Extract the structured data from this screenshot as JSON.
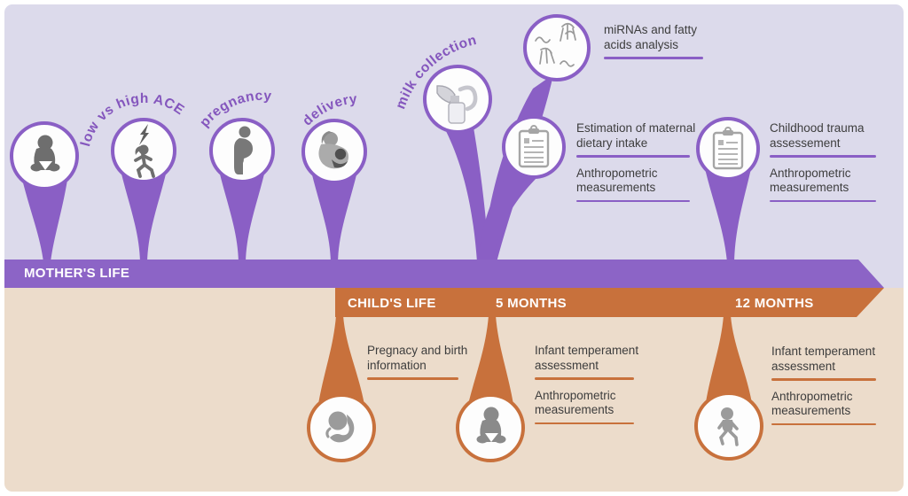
{
  "mother": {
    "band_label": "MOTHER'S LIFE",
    "stages": {
      "ace": "low vs high ACE",
      "pregnancy": "pregnancy",
      "delivery": "delivery",
      "milk": "milk collection"
    },
    "notes": {
      "mirna": "miRNAs and fatty acids analysis",
      "diet": "Estimation of maternal dietary intake",
      "diet_anthro": "Anthropometric measurements",
      "trauma": "Childhood trauma assessement",
      "trauma_anthro": "Anthropometric measurements"
    }
  },
  "child": {
    "band_label": "CHILD'S LIFE",
    "m5": "5 MONTHS",
    "m12": "12 MONTHS",
    "notes": {
      "birth": "Pregnacy and birth information",
      "five_temperament": "Infant temperament assessment",
      "five_anthro": "Anthropometric measurements",
      "twelve_temperament": "Infant temperament assessment",
      "twelve_anthro": "Anthropometric measurements"
    }
  },
  "colors": {
    "purple": "#8c64c6",
    "pin_purple": "#8a5fc5",
    "orange": "#c8713c",
    "lavender": "#dcdaeb",
    "beige": "#ecdccb",
    "stage_label_purple": "#8456bd",
    "note_text": "#3d3d3d",
    "icon_gray": "#6e6e6e"
  },
  "icons": {
    "sitting_baby": "sitting-baby-icon",
    "ace": "running-girl-with-lightning-icon",
    "pregnant": "pregnant-woman-icon",
    "nursing": "nursing-mother-icon",
    "pump": "breast-pump-icon",
    "mirna": "mirna-molecules-icon",
    "clipboard": "clipboard-icon",
    "fetus": "fetus-icon",
    "toddler": "walking-toddler-icon"
  }
}
